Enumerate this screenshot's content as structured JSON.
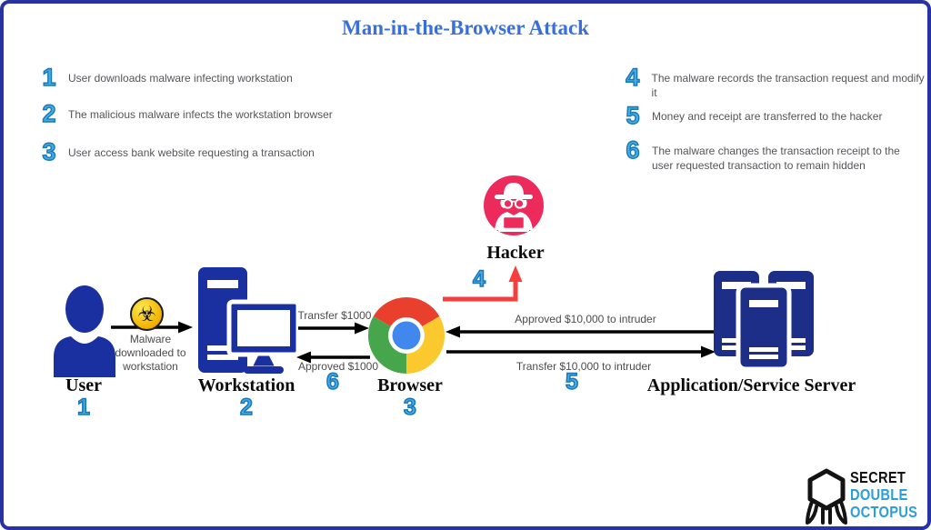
{
  "title": "Man-in-the-Browser Attack",
  "steps_left": [
    {
      "num": "1",
      "text": "User downloads malware infecting workstation"
    },
    {
      "num": "2",
      "text": "The malicious malware infects the workstation browser"
    },
    {
      "num": "3",
      "text": "User access bank website requesting a transaction"
    }
  ],
  "steps_right": [
    {
      "num": "4",
      "text": "The malware records the transaction request and modify it"
    },
    {
      "num": "5",
      "text": "Money and receipt are  transferred to the hacker"
    },
    {
      "num": "6",
      "text": "The malware changes the transaction receipt to the user requested transaction to remain hidden"
    }
  ],
  "nodes": {
    "user": {
      "label": "User",
      "num": "1"
    },
    "workstation": {
      "label": "Workstation",
      "num": "2"
    },
    "browser": {
      "label": "Browser",
      "num": "3"
    },
    "hacker": {
      "label": "Hacker"
    },
    "server": {
      "label": "Application/Service Server"
    }
  },
  "flows": {
    "malware_caption": "Malware downloaded to workstation",
    "transfer_1000": "Transfer $1000",
    "approved_1000": "Approved $1000",
    "approved_10000": "Approved $10,000 to intruder",
    "transfer_10000": "Transfer $10,000 to intruder",
    "step4_num": "4",
    "step5_num": "5",
    "step6_num": "6"
  },
  "icons": {
    "biohazard": "☣"
  },
  "logo": {
    "line1": "SECRET",
    "line2": "DOUBLE",
    "line3": "OCTOPUS"
  },
  "colors": {
    "border_blue": "#2733a3",
    "title_blue": "#3a6fd9",
    "num_blue": "#41aee4",
    "num_stroke": "#1b76b6",
    "icon_navy": "#1a2fa0",
    "server_navy": "#1c2e88",
    "hacker_pink": "#ec2a5b",
    "arrow_red": "#f63e3e",
    "chrome_red": "#e8402d",
    "chrome_yellow": "#fbc82d",
    "chrome_green": "#47a64b",
    "chrome_blue": "#4087ee",
    "logo_blue": "#2d9fd8"
  }
}
